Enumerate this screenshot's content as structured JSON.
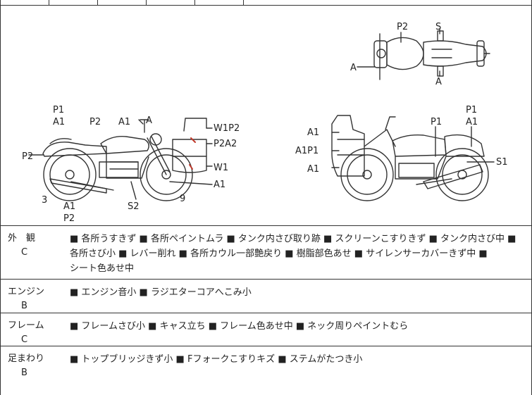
{
  "diagram": {
    "top_view": {
      "p2": "P2",
      "s": "S",
      "a_left": "A",
      "a_bottom": "A"
    },
    "left_bike": {
      "p1": "P1",
      "a1_top": "A1",
      "p2_top": "P2",
      "a1_mid": "A1",
      "a_top": "A",
      "w1p2": "W1P2",
      "p2a2": "P2A2",
      "p2_left": "P2",
      "w1": "W1",
      "a1_right": "A1",
      "three": "3",
      "a1_bottom": "A1",
      "p2_bottom": "P2",
      "s2": "S2",
      "nine": "9"
    },
    "right_bike": {
      "a1_a": "A1",
      "a1p1": "A1P1",
      "a1_c": "A1",
      "p1_mid": "P1",
      "p1_right": "P1",
      "a1_right": "A1",
      "s1": "S1"
    }
  },
  "conditions": [
    {
      "category": "外　観",
      "grade": "C",
      "lines": [
        "■ 各所うすきず ■ 各所ペイントムラ ■ タンク内さび取り跡 ■ スクリーンこすりきず ■ タンク内さび中 ■",
        "各所さび小 ■ レバー削れ ■ 各所カウル一部艶戻り ■ 樹脂部色あせ ■ サイレンサーカバーきず中 ■",
        "シート色あせ中"
      ]
    },
    {
      "category": "エンジン",
      "grade": "B",
      "lines": [
        "■ エンジン音小 ■ ラジエターコアへこみ小"
      ]
    },
    {
      "category": "フレーム",
      "grade": "C",
      "lines": [
        "■ フレームさび小 ■ キャス立ち ■ フレーム色あせ中 ■ ネック周りペイントむら"
      ]
    },
    {
      "category": "足まわり",
      "grade": "B",
      "lines": [
        "■ トップブリッジきず小 ■ Fフォークこすりキズ ■ ステムがたつき小"
      ]
    }
  ]
}
